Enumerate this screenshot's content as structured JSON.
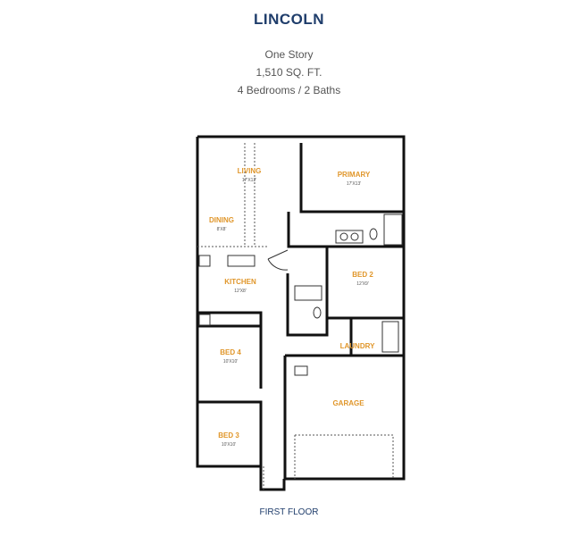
{
  "title": "LINCOLN",
  "details": [
    "One Story",
    "1,510 SQ. FT.",
    "4 Bedrooms / 2 Baths"
  ],
  "floor_label": "FIRST FLOOR",
  "rooms": [
    {
      "name": "LIVING",
      "dim": "17'X12'"
    },
    {
      "name": "PRIMARY",
      "dim": "17'X13'"
    },
    {
      "name": "DINING",
      "dim": "8'X8'"
    },
    {
      "name": "KITCHEN",
      "dim": "12'X8'"
    },
    {
      "name": "BED 2",
      "dim": "12'X9'"
    },
    {
      "name": "BED 4",
      "dim": "10'X10'"
    },
    {
      "name": "LAUNDRY",
      "dim": ""
    },
    {
      "name": "GARAGE",
      "dim": ""
    },
    {
      "name": "BED 3",
      "dim": "10'X10'"
    }
  ],
  "colors": {
    "title": "#1f3d6b",
    "room_label": "#e0962a",
    "wall": "#111111"
  }
}
